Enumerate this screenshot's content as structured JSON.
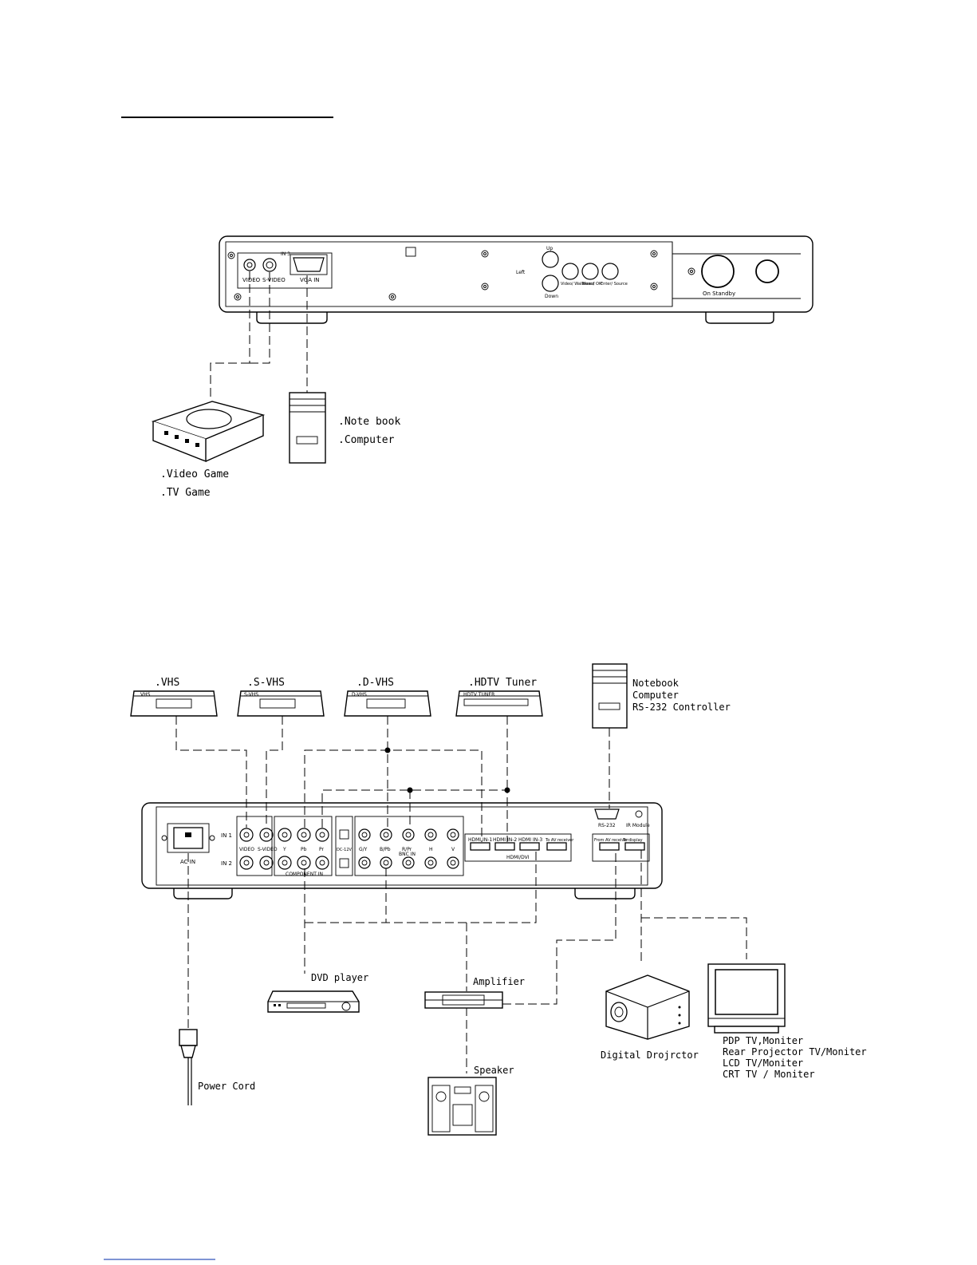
{
  "front_panel": {
    "input_labels": [
      "VIDEO",
      "S-VIDEO",
      "VGA IN"
    ],
    "in3_label": "IN 3",
    "nav_labels": [
      "Up",
      "Left",
      "Down"
    ],
    "button_labels": [
      "Video/ Wallboard",
      "Menu/ OK",
      "Enter/ Source"
    ],
    "power_label": "On  Standby"
  },
  "front_devices": {
    "game_labels": [
      ".Video  Game",
      ".TV  Game"
    ],
    "computer_labels": [
      ".Note  book",
      ".Computer"
    ]
  },
  "rear_sources": {
    "device_names": [
      ".VHS",
      ".S-VHS",
      ".D-VHS",
      ".HDTV Tuner"
    ],
    "device_panel_labels": [
      "VHS",
      "S-VHS",
      "D-VHS",
      "HDTV TUNER"
    ],
    "controller_labels": [
      "Notebook",
      "Computer",
      "RS-232 Controller"
    ]
  },
  "rear_panel": {
    "in1": "IN 1",
    "in2": "IN 2",
    "ac_in": "AC IN",
    "video": "VIDEO",
    "svideo": "S-VIDEO",
    "y": "Y",
    "pb": "Pb",
    "pr": "Pr",
    "component": "COMPONENT IN",
    "dc": "DC-12V",
    "bnc_labels": [
      "G/Y",
      "B/Pb",
      "R/Pr",
      "H",
      "V"
    ],
    "bnc_in": "BNC IN",
    "hdmi_labels": [
      "HDMI IN-1",
      "HDMI IN-2",
      "HDMI IN-3"
    ],
    "hdmi_dvi": "HDMI/DVI",
    "to_av": "To AV receiver",
    "from_av": "From AV receiver",
    "to_display": "To display",
    "rs232": "RS-232",
    "ir_module": "IR Module"
  },
  "rear_outputs": {
    "dvd": "DVD player",
    "amplifier": "Amplifier",
    "speaker": "Speaker",
    "projector": "Digital Drojrctor",
    "power_cord": "Power Cord",
    "display_labels": [
      "PDP TV,Moniter",
      "Rear Projector TV/Moniter",
      "LCD TV/Moniter",
      "CRT TV / Moniter"
    ]
  }
}
